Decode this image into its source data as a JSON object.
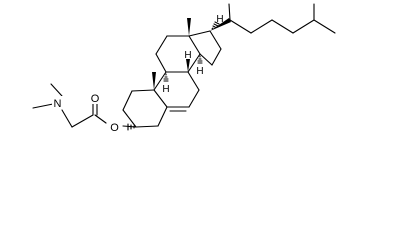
{
  "molecule": {
    "atoms": {
      "nitrogen": "N",
      "carbonyl_oxygen": "O",
      "ester_oxygen": "O"
    },
    "stereo_hydrogens": {
      "h8": "H",
      "h9": "H",
      "h14": "H",
      "h17": "H"
    }
  },
  "colors": {
    "bond": "#000000",
    "background": "#ffffff"
  }
}
